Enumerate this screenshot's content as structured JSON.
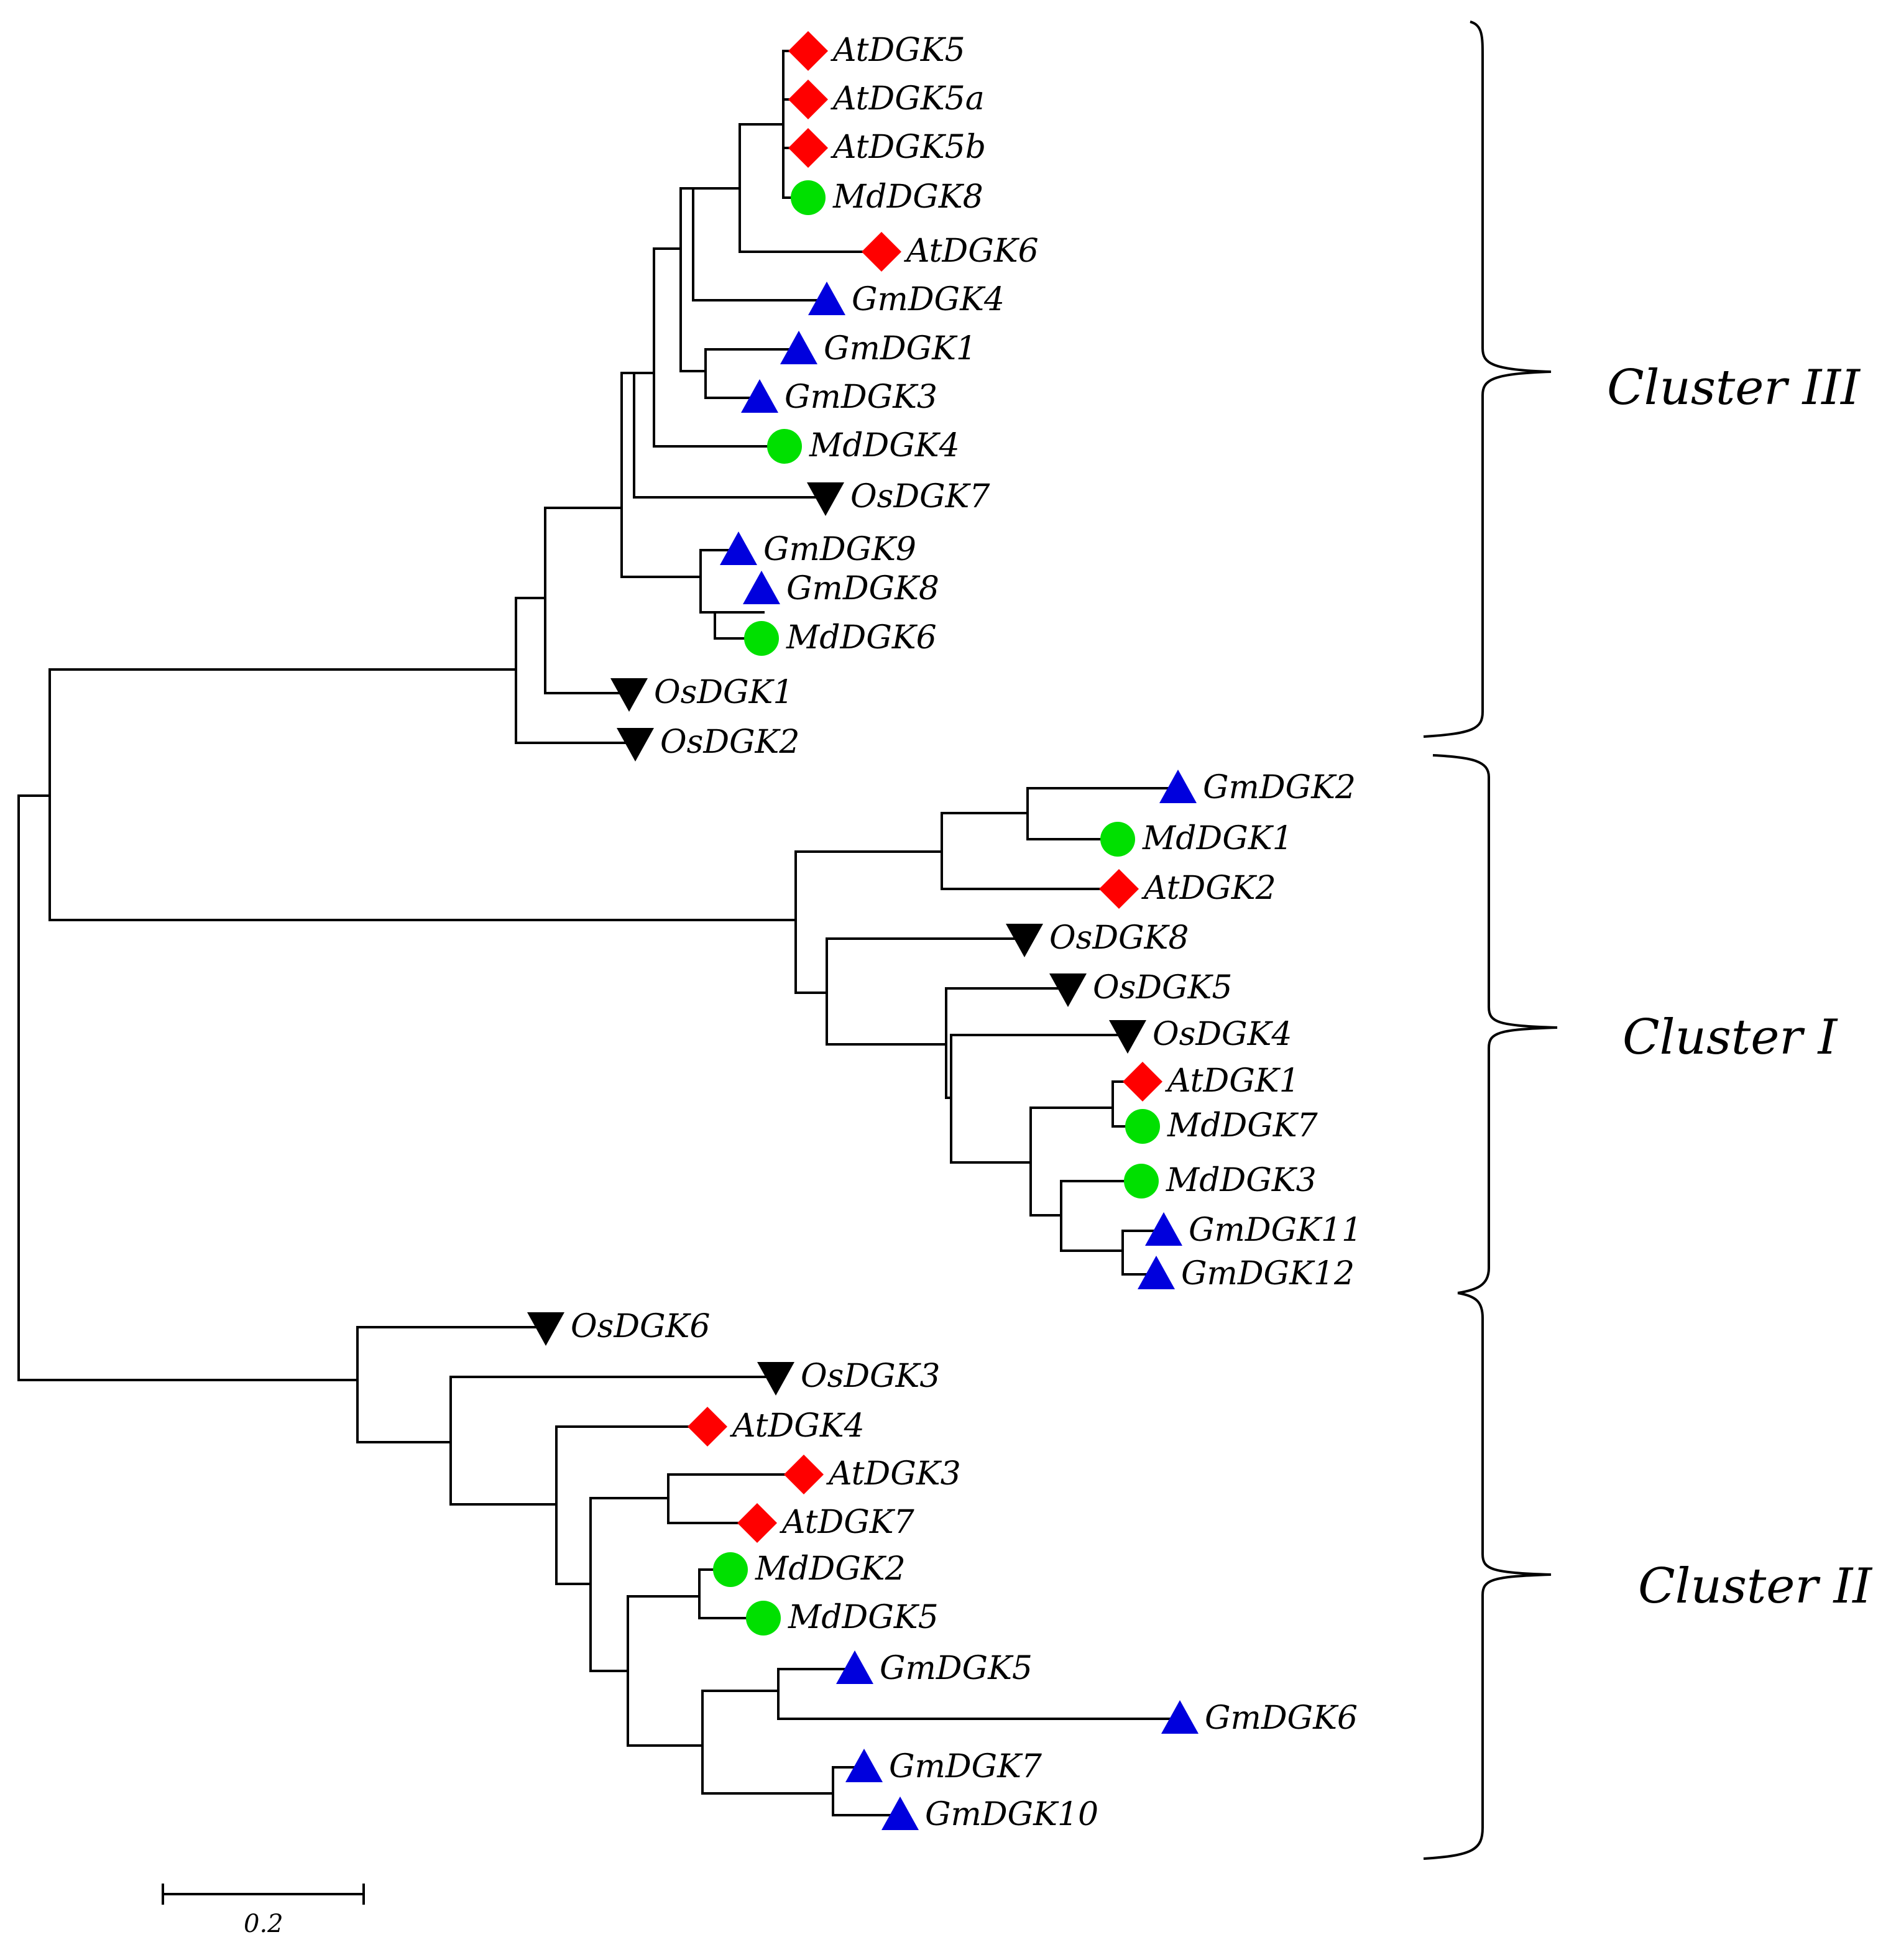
{
  "figure": {
    "scale_bar_label": "0.2",
    "marker_colors": {
      "At": "#ff0000",
      "Md": "#00e000",
      "Gm": "#0000dd",
      "Os": "#000000"
    },
    "marker_shapes": {
      "At": "diamond",
      "Md": "circle",
      "Gm": "triangle-up",
      "Os": "triangle-down"
    }
  },
  "clusters": [
    {
      "id": "cluster-3",
      "label": "Cluster III"
    },
    {
      "id": "cluster-1",
      "label": "Cluster I"
    },
    {
      "id": "cluster-2",
      "label": "Cluster II"
    }
  ],
  "taxa": [
    {
      "id": "AtDGK5",
      "label": "AtDGK5",
      "species": "At"
    },
    {
      "id": "AtDGK5a",
      "label": "AtDGK5a",
      "species": "At"
    },
    {
      "id": "AtDGK5b",
      "label": "AtDGK5b",
      "species": "At"
    },
    {
      "id": "MdDGK8",
      "label": "MdDGK8",
      "species": "Md"
    },
    {
      "id": "AtDGK6",
      "label": "AtDGK6",
      "species": "At"
    },
    {
      "id": "GmDGK4",
      "label": "GmDGK4",
      "species": "Gm"
    },
    {
      "id": "GmDGK1",
      "label": "GmDGK1",
      "species": "Gm"
    },
    {
      "id": "GmDGK3",
      "label": "GmDGK3",
      "species": "Gm"
    },
    {
      "id": "MdDGK4",
      "label": "MdDGK4",
      "species": "Md"
    },
    {
      "id": "OsDGK7",
      "label": "OsDGK7",
      "species": "Os"
    },
    {
      "id": "GmDGK9",
      "label": "GmDGK9",
      "species": "Gm"
    },
    {
      "id": "GmDGK8",
      "label": "GmDGK8",
      "species": "Gm"
    },
    {
      "id": "MdDGK6",
      "label": "MdDGK6",
      "species": "Md"
    },
    {
      "id": "OsDGK1",
      "label": "OsDGK1",
      "species": "Os"
    },
    {
      "id": "OsDGK2",
      "label": "OsDGK2",
      "species": "Os"
    },
    {
      "id": "GmDGK2",
      "label": "GmDGK2",
      "species": "Gm"
    },
    {
      "id": "MdDGK1",
      "label": "MdDGK1",
      "species": "Md"
    },
    {
      "id": "AtDGK2",
      "label": "AtDGK2",
      "species": "At"
    },
    {
      "id": "OsDGK8",
      "label": "OsDGK8",
      "species": "Os"
    },
    {
      "id": "OsDGK5",
      "label": "OsDGK5",
      "species": "Os"
    },
    {
      "id": "OsDGK4",
      "label": "OsDGK4",
      "species": "Os"
    },
    {
      "id": "AtDGK1",
      "label": "AtDGK1",
      "species": "At"
    },
    {
      "id": "MdDGK7",
      "label": "MdDGK7",
      "species": "Md"
    },
    {
      "id": "MdDGK3",
      "label": "MdDGK3",
      "species": "Md"
    },
    {
      "id": "GmDGK11",
      "label": "GmDGK11",
      "species": "Gm"
    },
    {
      "id": "GmDGK12",
      "label": "GmDGK12",
      "species": "Gm"
    },
    {
      "id": "OsDGK6",
      "label": "OsDGK6",
      "species": "Os"
    },
    {
      "id": "OsDGK3",
      "label": "OsDGK3",
      "species": "Os"
    },
    {
      "id": "AtDGK4",
      "label": "AtDGK4",
      "species": "At"
    },
    {
      "id": "AtDGK3",
      "label": "AtDGK3",
      "species": "At"
    },
    {
      "id": "AtDGK7",
      "label": "AtDGK7",
      "species": "At"
    },
    {
      "id": "MdDGK2",
      "label": "MdDGK2",
      "species": "Md"
    },
    {
      "id": "MdDGK5",
      "label": "MdDGK5",
      "species": "Md"
    },
    {
      "id": "GmDGK5",
      "label": "GmDGK5",
      "species": "Gm"
    },
    {
      "id": "GmDGK6",
      "label": "GmDGK6",
      "species": "Gm"
    },
    {
      "id": "GmDGK7",
      "label": "GmDGK7",
      "species": "Gm"
    },
    {
      "id": "GmDGK10",
      "label": "GmDGK10",
      "species": "Gm"
    }
  ]
}
